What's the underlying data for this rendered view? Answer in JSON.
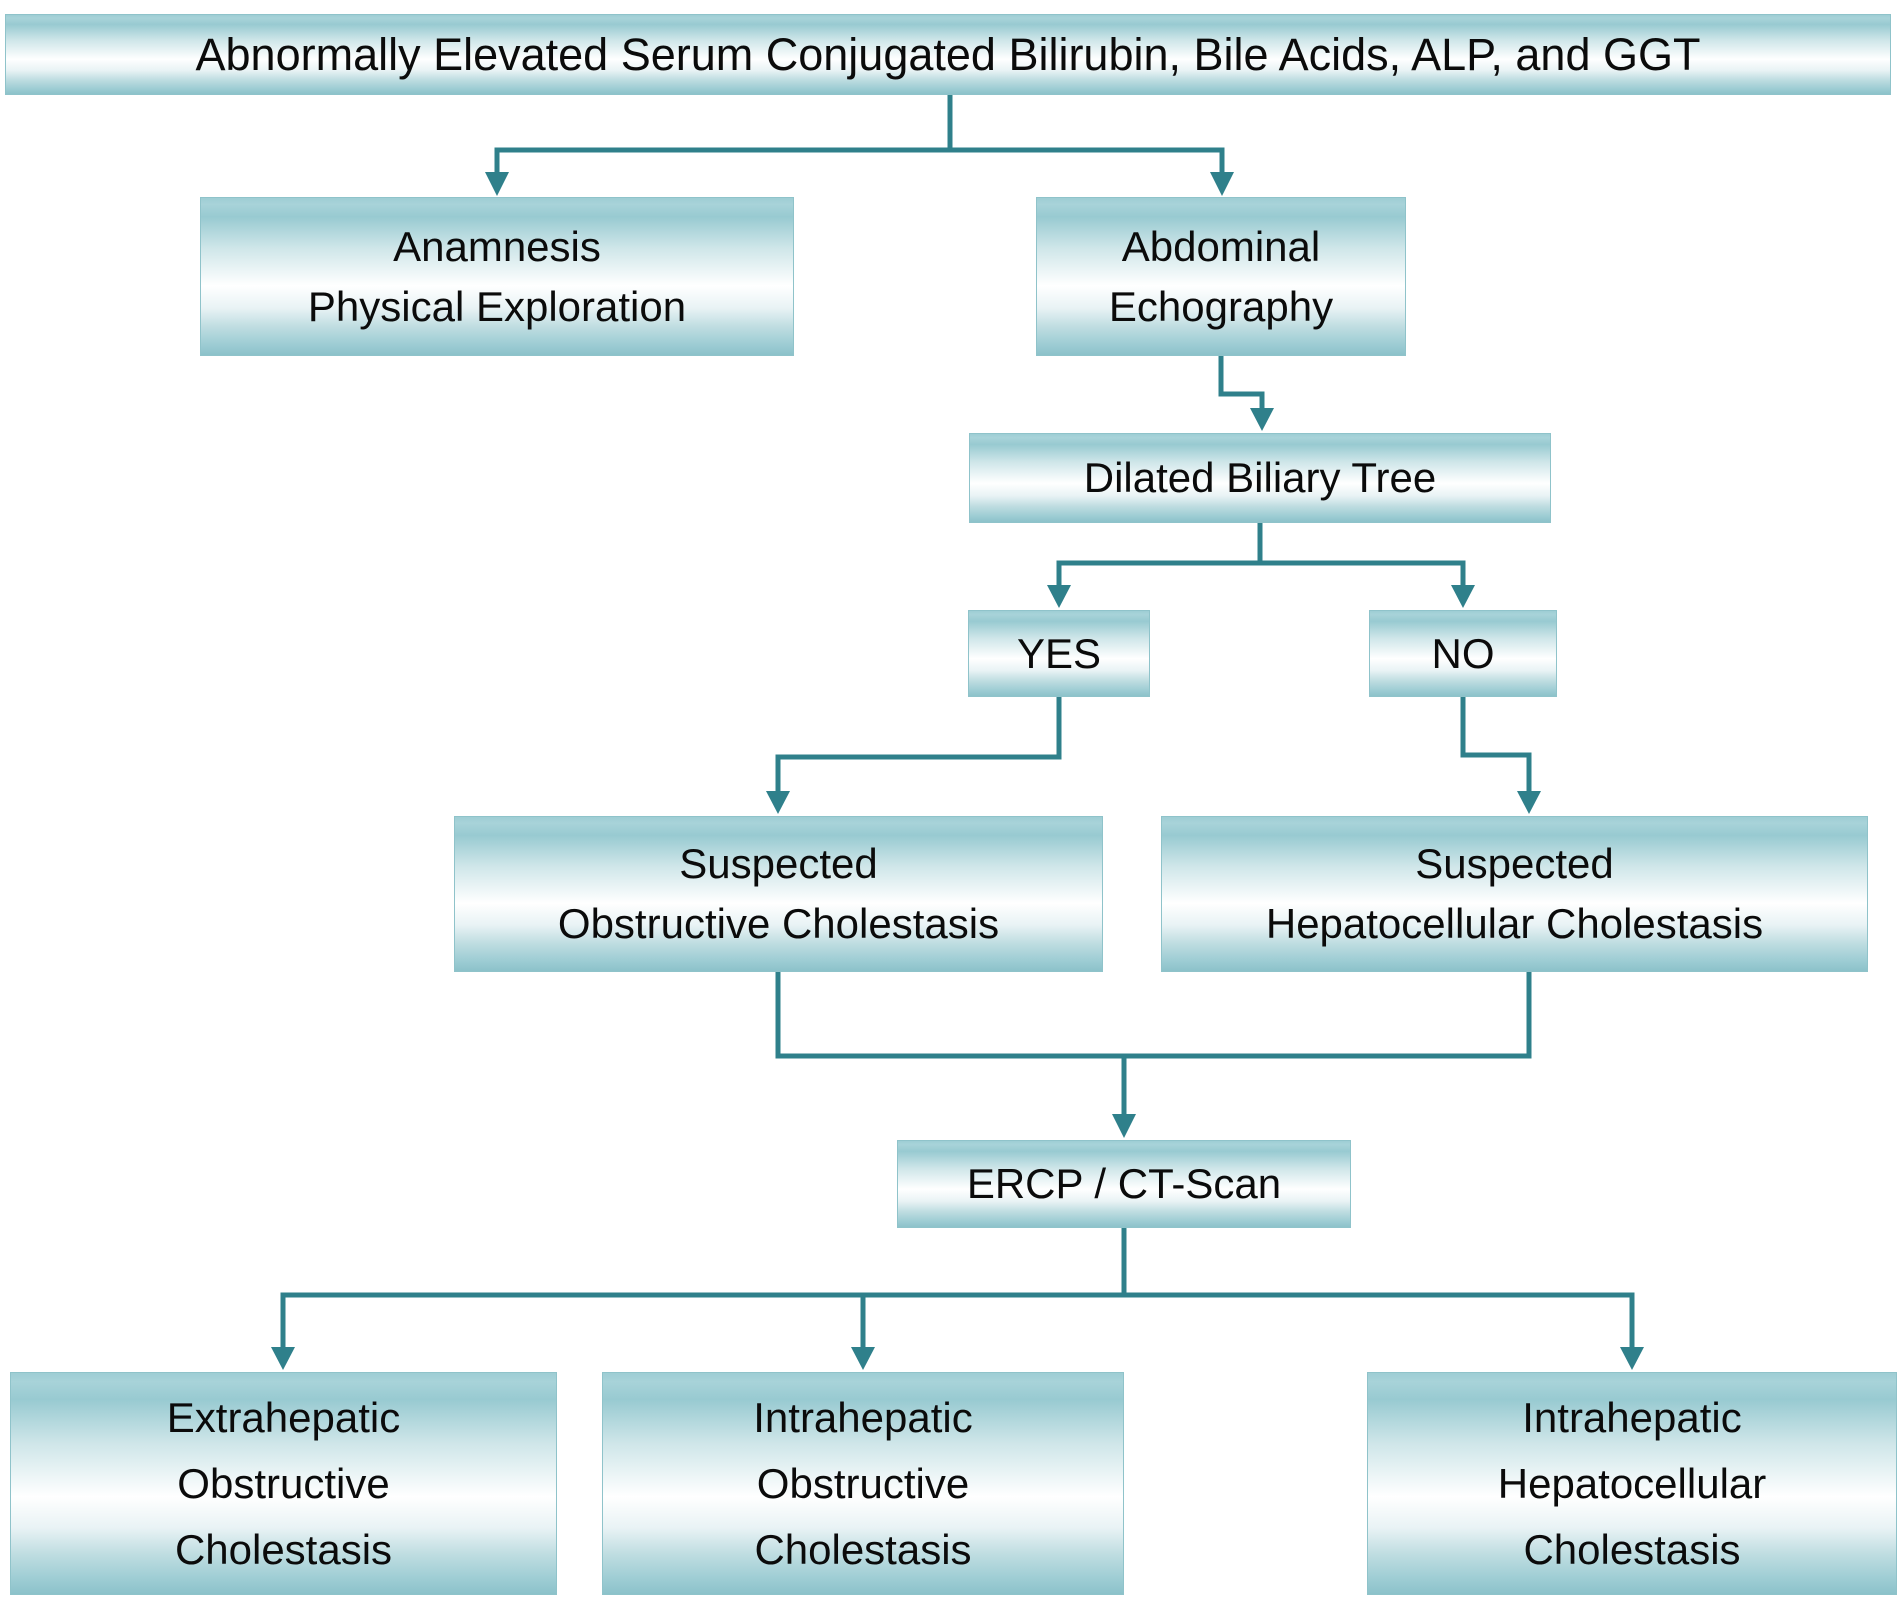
{
  "diagram": {
    "title": "Abnormally Elevated Serum Conjugated Bilirubin, Bile Acids, ALP, and GGT",
    "nodes": {
      "anamnesis": {
        "lines": [
          "Anamnesis",
          "Physical Exploration"
        ]
      },
      "abdominal_echography": {
        "lines": [
          "Abdominal",
          "Echography"
        ]
      },
      "dilated_biliary_tree": {
        "label": "Dilated Biliary Tree"
      },
      "yes": {
        "label": "YES"
      },
      "no": {
        "label": "NO"
      },
      "suspected_obstructive": {
        "lines": [
          "Suspected",
          "Obstructive Cholestasis"
        ]
      },
      "suspected_hepatocellular": {
        "lines": [
          "Suspected",
          "Hepatocellular Cholestasis"
        ]
      },
      "ercp_ct_scan": {
        "label": "ERCP / CT-Scan"
      },
      "extrahepatic_obstructive": {
        "lines": [
          "Extrahepatic",
          "Obstructive",
          "Cholestasis"
        ]
      },
      "intrahepatic_obstructive": {
        "lines": [
          "Intrahepatic",
          "Obstructive",
          "Cholestasis"
        ]
      },
      "intrahepatic_hepatocellular": {
        "lines": [
          "Intrahepatic",
          "Hepatocellular",
          "Cholestasis"
        ]
      }
    },
    "colors": {
      "connector": "#2f808b",
      "box_edge": "#9ecdd4",
      "box_mid": "#ffffff",
      "box_deep": "#8cc2ca",
      "box_border": "#8fc3ca",
      "text": "#0b0b0b",
      "background": "#ffffff"
    }
  }
}
